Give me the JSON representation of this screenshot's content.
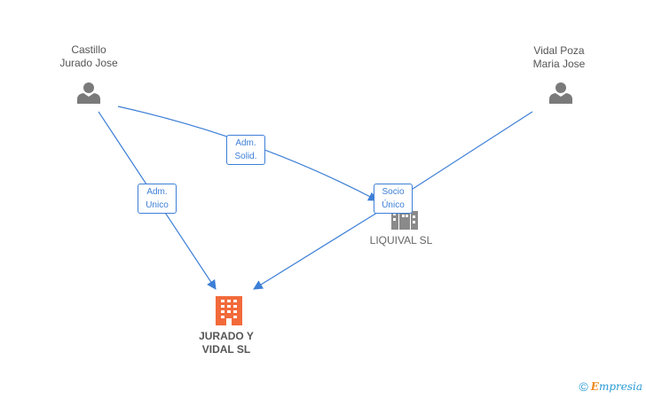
{
  "people": [
    {
      "id": "castillo",
      "name": "Castillo\nJurado Jose"
    },
    {
      "id": "vidal",
      "name": "Vidal Poza\nMaria Jose"
    }
  ],
  "companies": [
    {
      "id": "jurado",
      "name": "JURADO Y\nVIDAL SL",
      "color": "#f26a3a",
      "main": true
    },
    {
      "id": "liquival",
      "name": "LIQUIVAL SL",
      "color": "#8a8a8a",
      "main": false
    }
  ],
  "edges": [
    {
      "from": "castillo",
      "to": "jurado",
      "label": "Adm.\nUnico"
    },
    {
      "from": "castillo",
      "to": "liquival",
      "label": "Adm.\nSolid."
    },
    {
      "from": "vidal",
      "to": "liquival",
      "label": "Socio\nÚnico"
    },
    {
      "from": "liquival",
      "to": "jurado",
      "label": ""
    }
  ],
  "colors": {
    "edge": "#3d7fd6",
    "person_icon": "#7a7a7a"
  },
  "watermark": {
    "copyright_symbol": "©",
    "brand_first": "E",
    "brand_rest": "mpresia"
  }
}
